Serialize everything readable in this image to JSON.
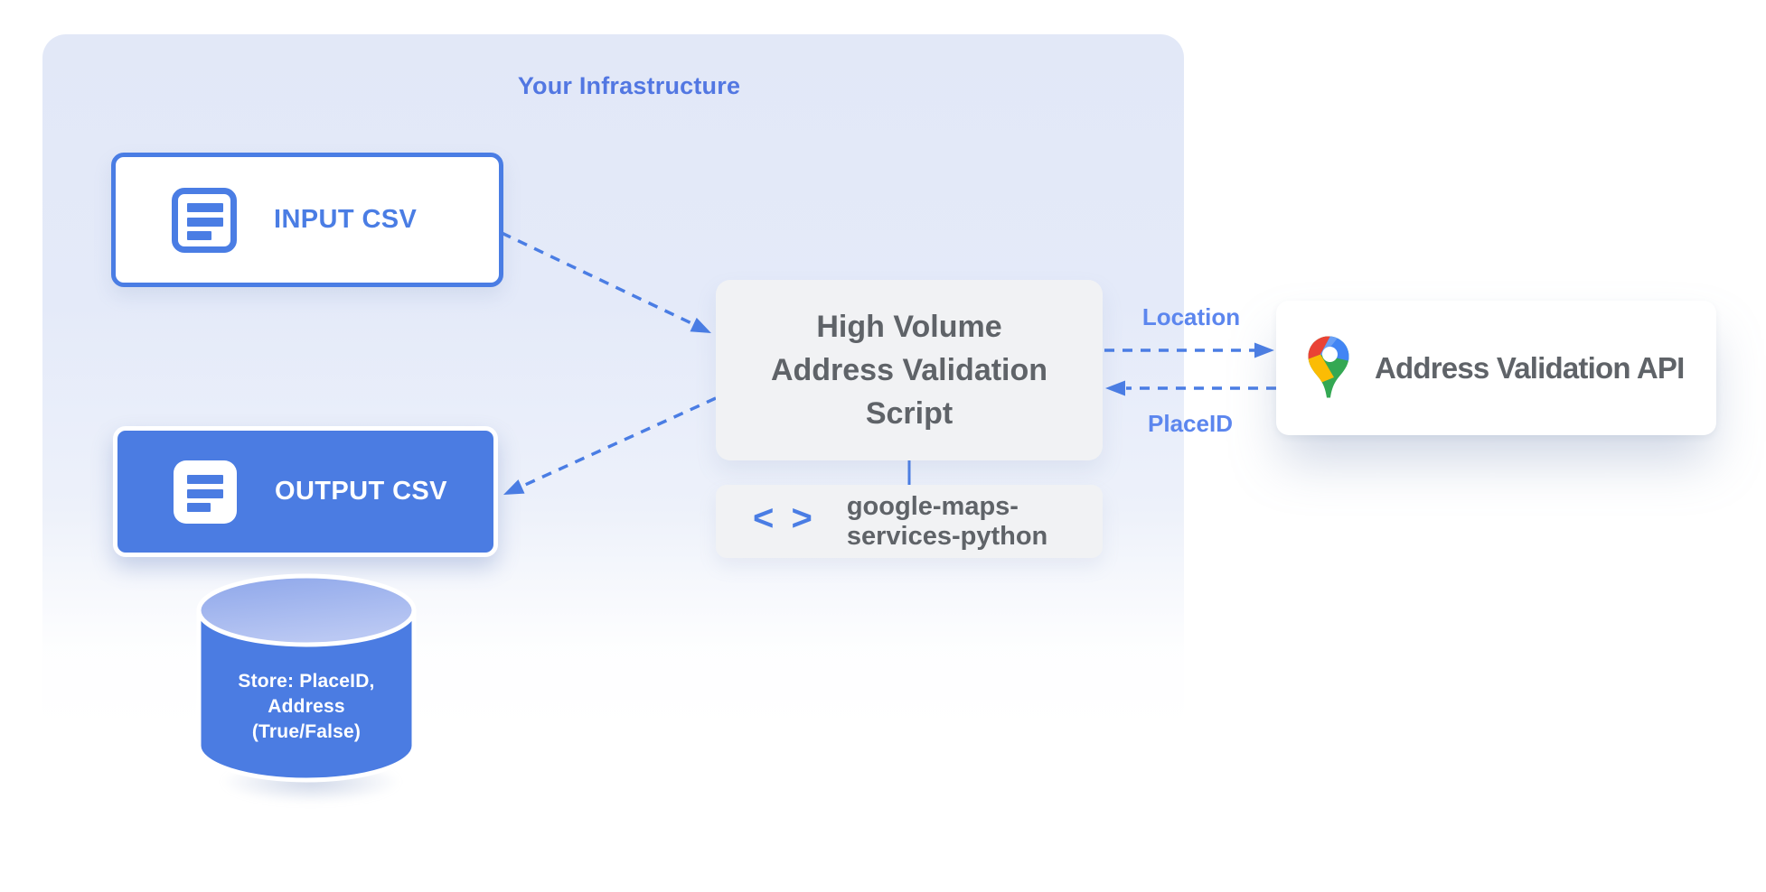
{
  "theme": {
    "colors": {
      "primary-blue": "#4a7de4",
      "label-blue": "#5c86ee",
      "title-blue": "#5277e2",
      "box-blue": "#4b7ce2",
      "text-gray": "#5f6368",
      "card-gray": "#f1f2f4",
      "pin-red": "#EA4335",
      "pin-blue": "#4285F4",
      "pin-blue-light": "#6ba0f5",
      "pin-yellow": "#FBBC04",
      "pin-green": "#34A853"
    }
  },
  "container": {
    "title": "Your Infrastructure"
  },
  "input_box": {
    "label": "INPUT CSV",
    "icon": "document-icon"
  },
  "output_box": {
    "label": "OUTPUT CSV",
    "icon": "document-icon"
  },
  "datastore": {
    "icon": "database-cylinder",
    "lines": [
      "Store: PlaceID,",
      "Address",
      "(True/False)"
    ]
  },
  "script_box": {
    "lines": [
      "High Volume",
      "Address Validation",
      "Script"
    ]
  },
  "library_box": {
    "icon": "code-icon",
    "icon_glyphs": [
      "<",
      ">"
    ],
    "lines": [
      "google-maps-",
      "services-python"
    ]
  },
  "api_card": {
    "label": "Address Validation API",
    "icon": "google-maps-pin-icon"
  },
  "arrows": {
    "location_label": "Location",
    "placeid_label": "PlaceID"
  }
}
